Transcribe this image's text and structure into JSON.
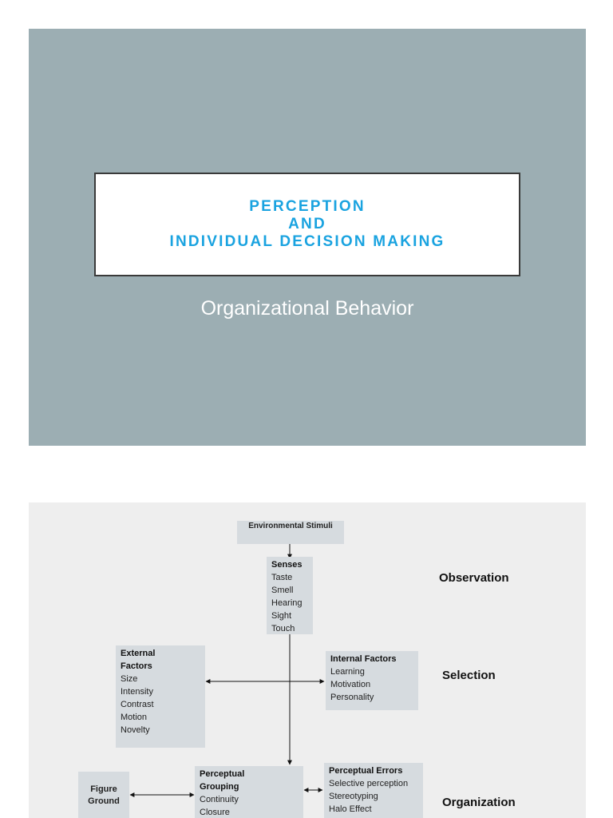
{
  "slide1": {
    "title_lines": [
      "PERCEPTION",
      "AND",
      "INDIVIDUAL DECISION MAKING"
    ],
    "subtitle": "Organizational Behavior"
  },
  "diagram": {
    "env": "Environmental Stimuli",
    "senses": {
      "header": "Senses",
      "items": [
        "Taste",
        "Smell",
        "Hearing",
        "Sight",
        "Touch"
      ]
    },
    "external": {
      "header": "External Factors",
      "items": [
        "Size",
        "Intensity",
        "Contrast",
        "Motion",
        "Novelty"
      ]
    },
    "internal": {
      "header": "Internal Factors",
      "items": [
        "Learning",
        "Motivation",
        "Personality"
      ]
    },
    "figure_ground": "Figure Ground",
    "grouping": {
      "header": "Perceptual Grouping",
      "items": [
        "Continuity",
        "Closure"
      ]
    },
    "errors": {
      "header": "Perceptual Errors",
      "items": [
        "Selective perception",
        "Stereotyping",
        "Halo Effect"
      ]
    },
    "stages": {
      "observation": "Observation",
      "selection": "Selection",
      "organization": "Organization"
    }
  }
}
